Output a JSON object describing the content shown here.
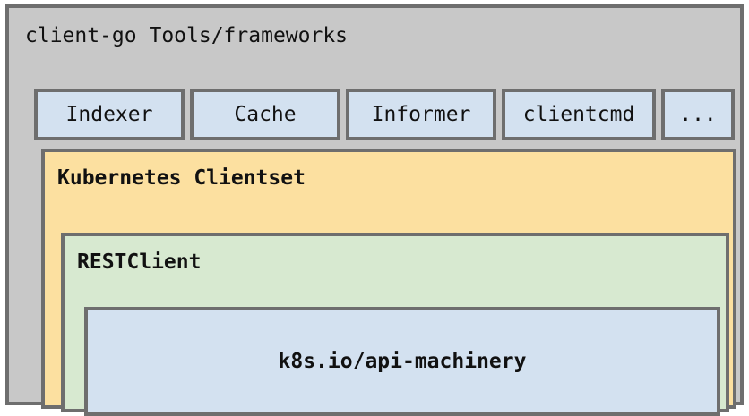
{
  "diagram": {
    "type": "nested-layered-architecture",
    "outer": {
      "title": "client-go Tools/frameworks",
      "fill_color": "#c8c8c8",
      "border_color": "#6e6e6e"
    },
    "tools": [
      {
        "label": "Indexer",
        "fill_color": "#d3e1f0"
      },
      {
        "label": "Cache",
        "fill_color": "#d3e1f0"
      },
      {
        "label": "Informer",
        "fill_color": "#d3e1f0"
      },
      {
        "label": "clientcmd",
        "fill_color": "#d3e1f0"
      },
      {
        "label": "...",
        "fill_color": "#d3e1f0"
      }
    ],
    "layers": [
      {
        "label": "Kubernetes Clientset",
        "fill_color": "#fce0a0",
        "level": 1
      },
      {
        "label": "RESTClient",
        "fill_color": "#d7e9d0",
        "level": 2
      },
      {
        "label": "k8s.io/api-machinery",
        "fill_color": "#d3e1f0",
        "level": 3
      }
    ]
  }
}
